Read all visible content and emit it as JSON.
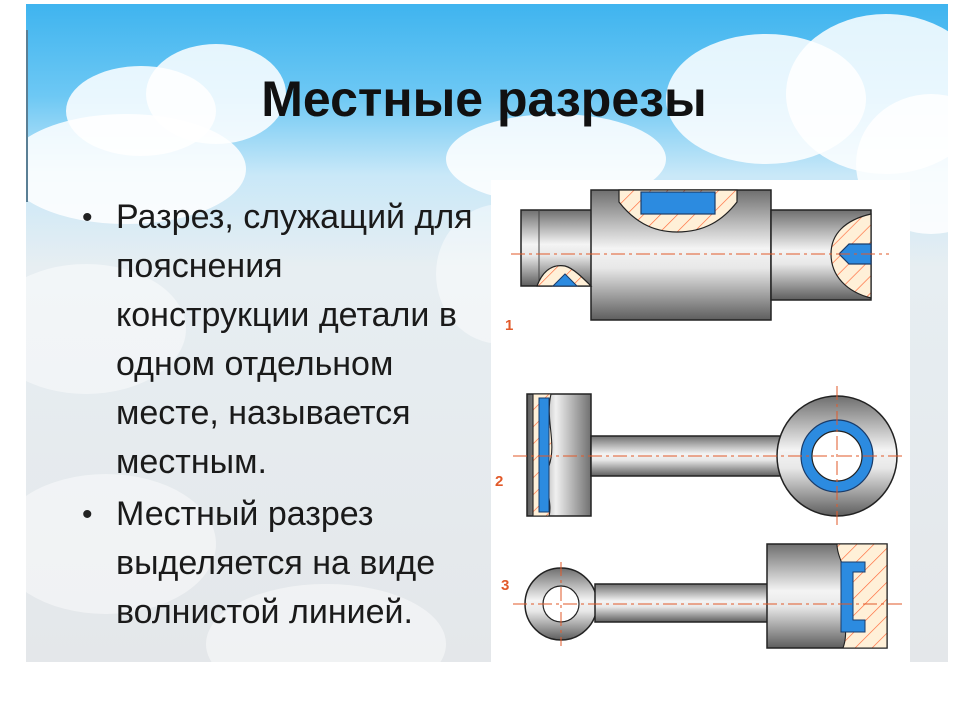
{
  "slide": {
    "title": "Местные разрезы",
    "bullets": [
      "Разрез, служащий для пояснения конструкции детали в одном отдельном месте, называется местным.",
      "Местный разрез выделяется на виде волнистой линией."
    ],
    "bullet_glyph": "•"
  },
  "drawing": {
    "labels": [
      "1",
      "2",
      "3"
    ]
  },
  "colors": {
    "sky": "#3fb4ef",
    "hatch": "#ff6a3a",
    "section_fill": "#ffe9c9",
    "blue_fill": "#2c8be0",
    "metal_dark": "#6c6c6c",
    "metal_light": "#f2f2f2"
  }
}
